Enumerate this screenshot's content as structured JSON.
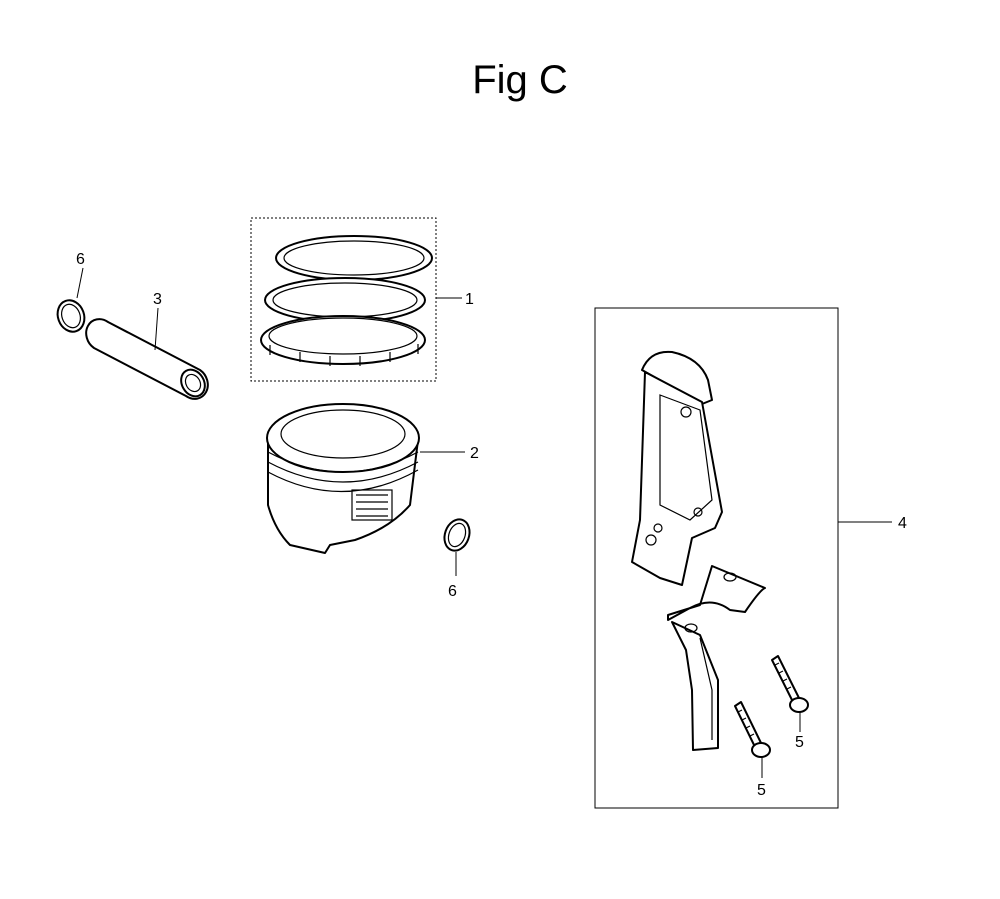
{
  "figure": {
    "title": "Fig C"
  },
  "callouts": {
    "piston_ring_set": "1",
    "piston": "2",
    "piston_pin": "3",
    "connecting_rod_assembly": "4",
    "rod_bolt_a": "5",
    "rod_bolt_b": "5",
    "clip_left": "6",
    "clip_right": "6"
  }
}
